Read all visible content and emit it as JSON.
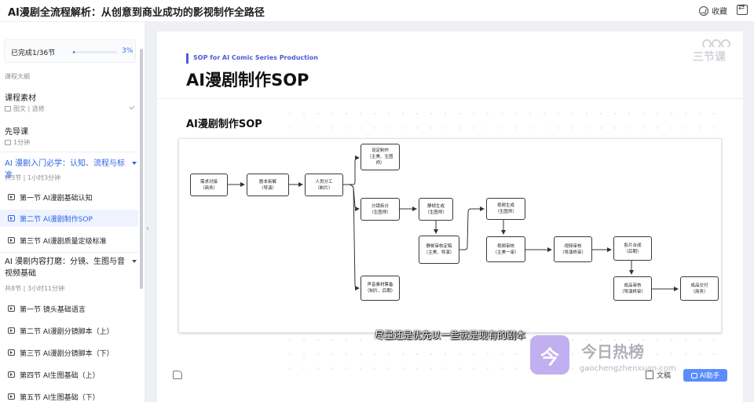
{
  "header": {
    "course_title": "AI漫剧全流程解析：从创意到商业成功的影视制作全路径",
    "favorite_label": "收藏",
    "favorite_icon": "favorite-icon",
    "switch_icon": "switch-layout-icon"
  },
  "sidebar": {
    "progress": {
      "label": "已完成1/36节",
      "percent_text": "3%",
      "fraction": 0.03
    },
    "outline_label": "课程大纲",
    "materials": {
      "title": "课程素材",
      "meta": "图文 | 选修"
    },
    "intro": {
      "title": "先导课",
      "meta": "1分钟"
    },
    "chapter1": {
      "title": "AI 漫剧入门必学：认知、流程与标准",
      "meta": "共3节  |  1小时3分钟",
      "lessons": [
        {
          "label": "第一节 AI漫剧基础认知"
        },
        {
          "label": "第二节 AI漫剧制作SOP"
        },
        {
          "label": "第三节 AI漫剧质量定级标准"
        }
      ]
    },
    "chapter2": {
      "title": "AI 漫剧内容打磨：分镜、生图与音视频基础",
      "meta": "共8节  |  3小时11分钟",
      "lessons": [
        {
          "label": "第一节 镜头基础语言"
        },
        {
          "label": "第二节 AI漫剧分镜脚本（上）"
        },
        {
          "label": "第三节 AI漫剧分镜脚本（下）"
        },
        {
          "label": "第四节 AI生图基础（上）"
        },
        {
          "label": "第五节 AI生图基础（下）"
        }
      ]
    }
  },
  "slide": {
    "tag": "SOP for AI Comic Series Production",
    "title": "AI漫剧制作SOP",
    "brand": "三节课",
    "section_title": "AI漫剧制作SOP",
    "flow_nodes": {
      "n1": [
        "需求对接",
        "（商务）"
      ],
      "n2": [
        "剧本拆解",
        "（导演）"
      ],
      "n3": [
        "人员分工",
        "（制片）"
      ],
      "n4": [
        "设定制作",
        "（主美、生图",
        "师）"
      ],
      "n5": [
        "分镜拆分",
        "（生图师）"
      ],
      "n6": [
        "静帧生成",
        "（生图师）"
      ],
      "n7": [
        "静帧审核定稿",
        "（主美、导演）"
      ],
      "n8": [
        "视频生成",
        "（生图师）"
      ],
      "n9": [
        "视频审核",
        "（主美一审）"
      ],
      "n10": [
        "视频审核",
        "（导演终审）"
      ],
      "n11": [
        "影片合成",
        "（后期）"
      ],
      "n12": [
        "声音素材筹备",
        "（制片、后期）"
      ],
      "n13": [
        "成品审核",
        "（导演终审）"
      ],
      "n14": [
        "成品交付",
        "（商务）"
      ]
    },
    "caption": "尽量还是优先以一些就是现有的剧本"
  },
  "footer": {
    "doc_label": "文稿",
    "ai_label": "AI助手"
  },
  "watermark": {
    "name": "今日热榜",
    "url": "gaochengzhenxuan.com",
    "mark": "今"
  }
}
